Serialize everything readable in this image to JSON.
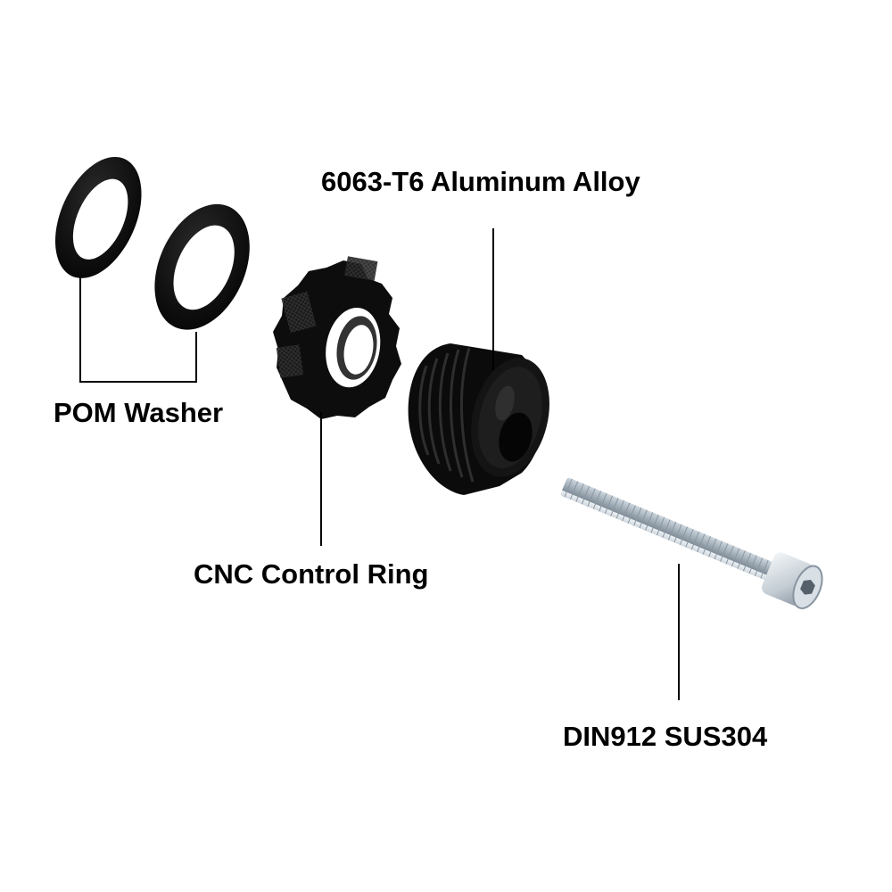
{
  "labels": {
    "aluminum_alloy": "6063-T6 Aluminum Alloy",
    "pom_washer": "POM Washer",
    "cnc_control_ring": "CNC Control Ring",
    "din912_bolt": "DIN912 SUS304"
  },
  "colors": {
    "background": "#ffffff",
    "text": "#000000",
    "leader_line": "#000000",
    "anodized_black": "#0d0d0d",
    "bolt_zinc": "#c9d3db"
  }
}
